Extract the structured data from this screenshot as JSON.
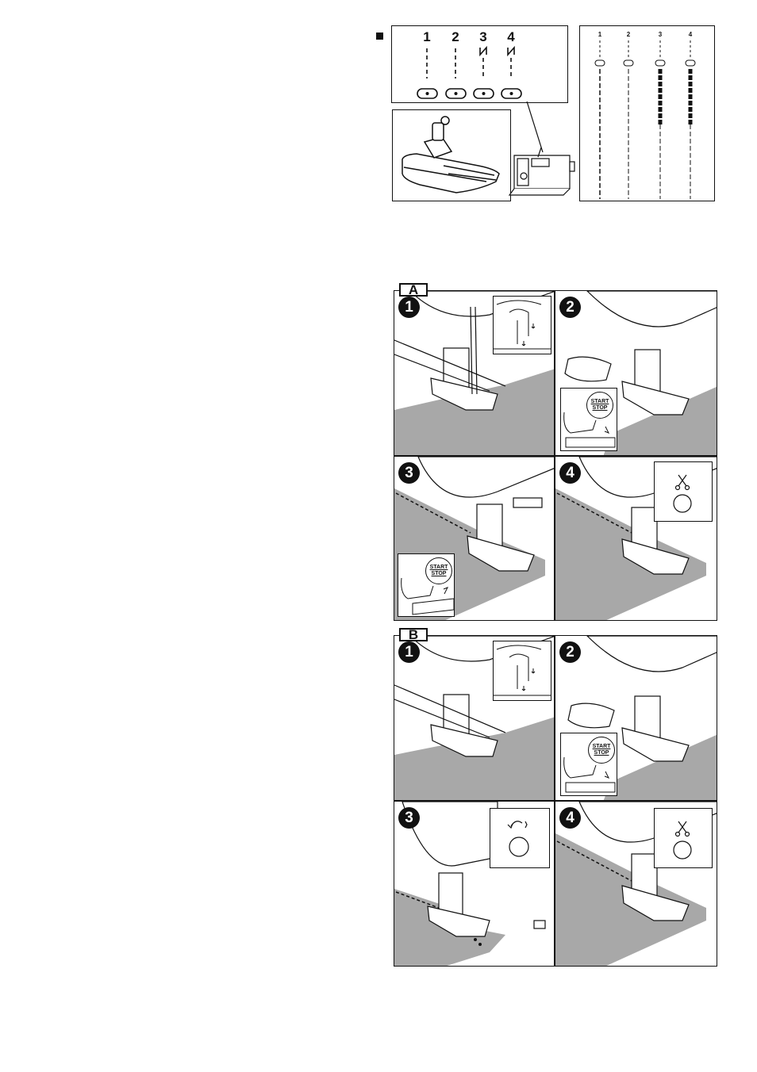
{
  "stitch_selector": {
    "numbers": [
      "1",
      "2",
      "3",
      "4"
    ],
    "stitch_samples": [
      "1",
      "2",
      "3",
      "4"
    ]
  },
  "section_a": {
    "label": "A",
    "steps": [
      "1",
      "2",
      "3",
      "4"
    ],
    "start_stop_label": [
      "START",
      "STOP"
    ]
  },
  "section_b": {
    "label": "B",
    "steps": [
      "1",
      "2",
      "3",
      "4"
    ],
    "start_stop_label": [
      "START",
      "STOP"
    ]
  },
  "icons": {
    "scissors": "scissors-icon",
    "reverse": "reverse-stitch-icon"
  }
}
